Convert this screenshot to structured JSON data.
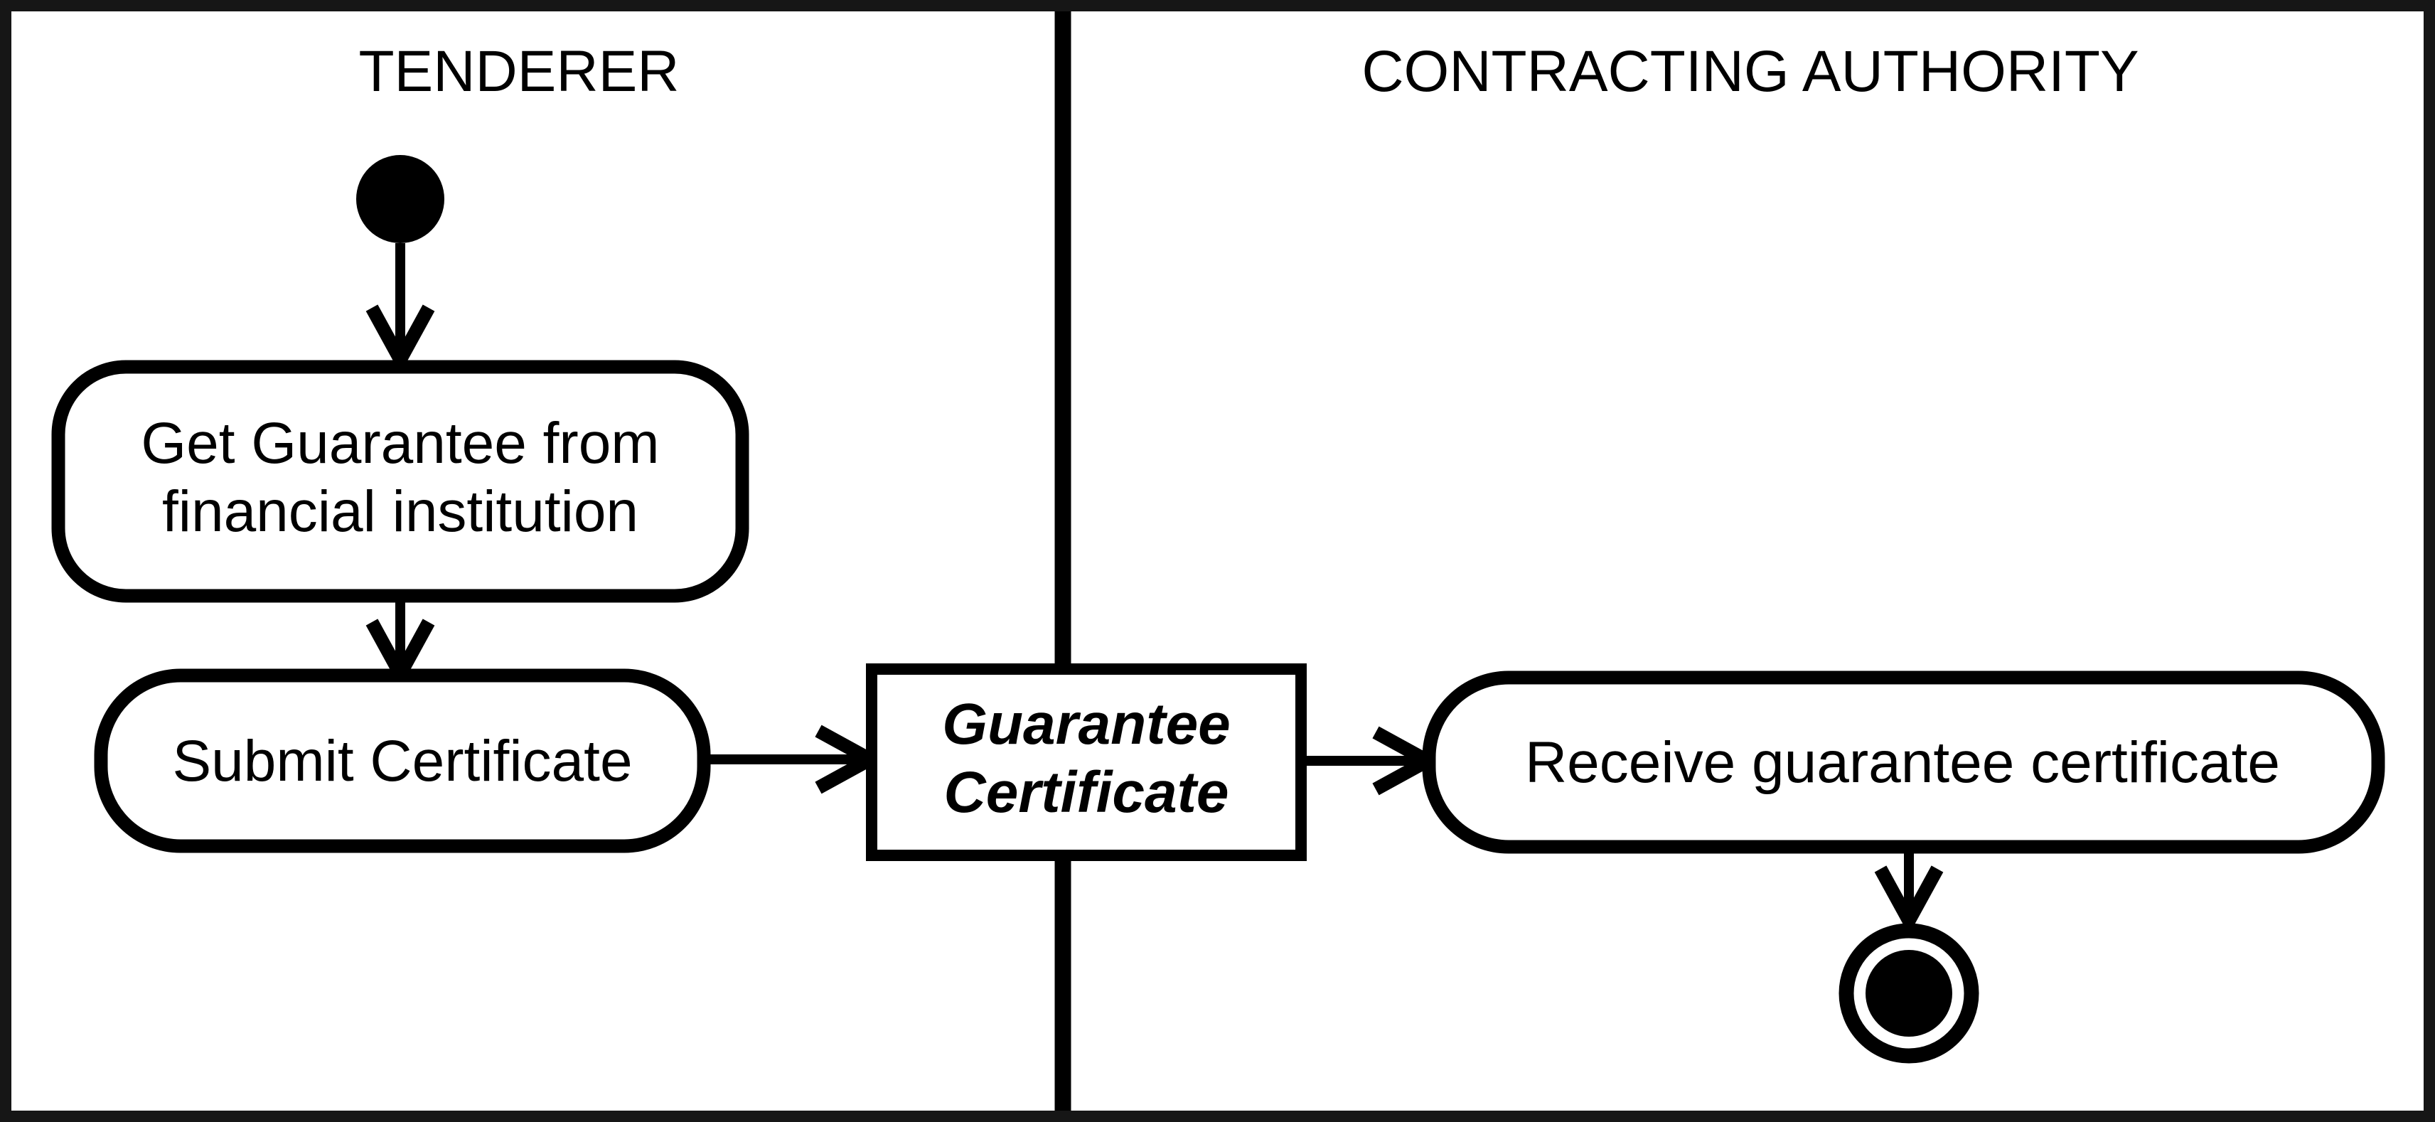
{
  "diagram": {
    "kind": "uml-activity-swimlane-diagram",
    "colors": {
      "ink": "#000000",
      "frame": "#161616",
      "background": "#ffffff"
    },
    "lanes": {
      "left": {
        "title": "TENDERER"
      },
      "right": {
        "title": "CONTRACTING AUTHORITY"
      }
    },
    "nodes": {
      "start": {
        "type": "initial-node"
      },
      "get_guarantee": {
        "line1": "Get Guarantee from",
        "line2": "financial institution"
      },
      "submit_certificate": {
        "label": "Submit Certificate"
      },
      "guarantee_certificate": {
        "line1": "Guarantee",
        "line2": "Certificate"
      },
      "receive_certificate": {
        "label": "Receive guarantee certificate"
      },
      "end": {
        "type": "activity-final-node"
      }
    },
    "flows": [
      {
        "from": "start",
        "to": "get_guarantee"
      },
      {
        "from": "get_guarantee",
        "to": "submit_certificate"
      },
      {
        "from": "submit_certificate",
        "to": "guarantee_certificate"
      },
      {
        "from": "guarantee_certificate",
        "to": "receive_certificate"
      },
      {
        "from": "receive_certificate",
        "to": "end"
      }
    ]
  }
}
